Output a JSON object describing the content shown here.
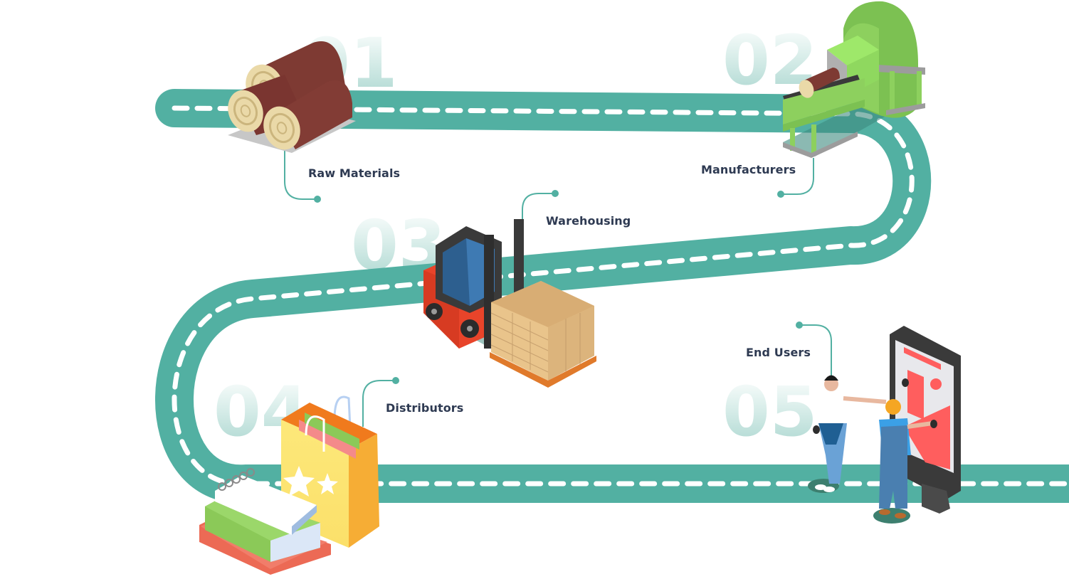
{
  "title": "Supply Chain Roadmap",
  "colors": {
    "road": "#52b0a2",
    "road_dash": "#ffffff",
    "connector": "#52b0a2",
    "label_text": "#2e3a52",
    "number_top": "#d6ede9",
    "number_bottom": "#a9d6cf"
  },
  "steps": [
    {
      "number": "01",
      "label": "Raw Materials",
      "icon": "logs-icon"
    },
    {
      "number": "02",
      "label": "Manufacturers",
      "icon": "sawmill-machine-icon"
    },
    {
      "number": "03",
      "label": "Warehousing",
      "icon": "forklift-icon"
    },
    {
      "number": "04",
      "label": "Distributors",
      "icon": "shopping-bag-books-icon"
    },
    {
      "number": "05",
      "label": "End Users",
      "icon": "people-kiosk-icon"
    }
  ]
}
